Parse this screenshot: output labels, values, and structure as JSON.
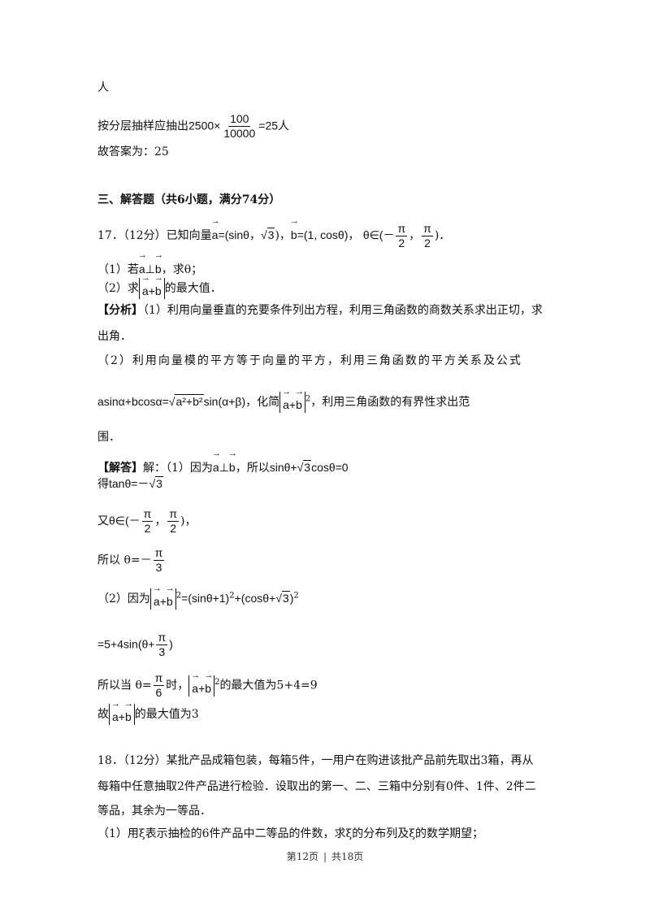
{
  "prev_answer": {
    "line1": "人",
    "line2_prefix": "按分层抽样应抽出",
    "calc_left": "2500×",
    "calc_num": "100",
    "calc_den": "10000",
    "calc_right": "=25人",
    "answer": "故答案为：25"
  },
  "section": {
    "title": "三、解答题（共6小题，满分74分）"
  },
  "q17": {
    "stem_num": "17．（12分）已知向量",
    "a_def": "=(sinθ，",
    "sqrt3": "3",
    "a_close": ")，",
    "b_def": "=(1, cosθ)，",
    "theta_in": "θ∈(－",
    "pi": "π",
    "two": "2",
    "comma": "，",
    "range_close": ")．",
    "part1_prefix": "（1）若",
    "perp": "⊥",
    "part1_suffix": "，求θ；",
    "part2_prefix": "（2）求",
    "part2_suffix": "的最大值．",
    "analysis_label": "【分析】",
    "analysis_1": "（1）利用向量垂直的充要条件列出方程，利用三角函数的商数关系求出正切，求",
    "analysis_1b": "出角．",
    "analysis_2": "（2）利用向量模的平方等于向量的平方，利用三角函数的平方关系及公式",
    "formula_left": "asinα+bcosα=",
    "formula_rad": "a²+b²",
    "formula_right": "sin(α+β)",
    "formula_mid": "，化简",
    "formula_tail": "，利用三角函数的有界性求出范",
    "analysis_2c": "围．",
    "solution_label": "【解答】",
    "sol_1a": "解：（1）因为",
    "sol_1b": "，所以sinθ+",
    "sol_1c": "cosθ=0",
    "sol_tan": "得tanθ=－",
    "sol_again": "又θ∈(－",
    "sol_again_close": ")，",
    "sol_so": "所以 θ=－",
    "three": "3",
    "sol_2a": "（2）因为",
    "sol_2b": "=(sinθ+1)",
    "sol_2c": "+(cosθ+",
    "sol_2d": ")",
    "sol_5": "=5+4sin(θ+",
    "sol_5_close": ")",
    "sol_when": "所以当 θ=",
    "six": "6",
    "sol_when_mid": "时，",
    "sol_when_tail": "的最大值为5+4=9",
    "sol_final_prefix": "故",
    "sol_final_tail": "的最大值为3",
    "vec_a": "a",
    "vec_b": "b",
    "plus": "+",
    "sq": "2"
  },
  "q18": {
    "line1": "18．（12分）某批产品成箱包装，每箱5件，一用户在购进该批产品前先取出3箱，再从",
    "line2": "每箱中任意抽取2件产品进行检验．设取出的第一、二、三箱中分别有0件、1件、2件二",
    "line3": "等品，其余为一等品．",
    "line4": "（1）用ξ表示抽检的6件产品中二等品的件数，求ξ的分布列及ξ的数学期望；"
  },
  "footer": {
    "page": "第12页",
    "total": "共18页"
  }
}
